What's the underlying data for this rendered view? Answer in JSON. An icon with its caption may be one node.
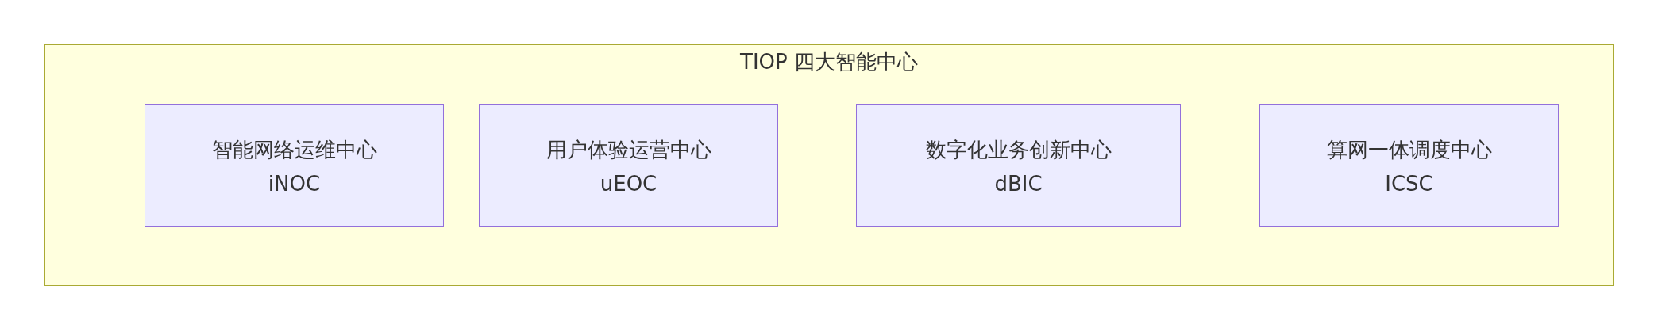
{
  "diagram": {
    "nodes": [
      {
        "text": [
          "TIOP 四大智能中心"
        ]
      },
      {
        "text": [
          "智能网络运维中心",
          "iNOC"
        ],
        "in": 0
      },
      {
        "text": [
          "用户体验运营中心",
          "uEOC"
        ],
        "in": 0
      },
      {
        "text": [
          "数字化业务创新中心",
          "dBIC"
        ],
        "in": 0
      },
      {
        "text": [
          "算网一体调度中心",
          "ICSC"
        ],
        "in": 0
      }
    ]
  }
}
